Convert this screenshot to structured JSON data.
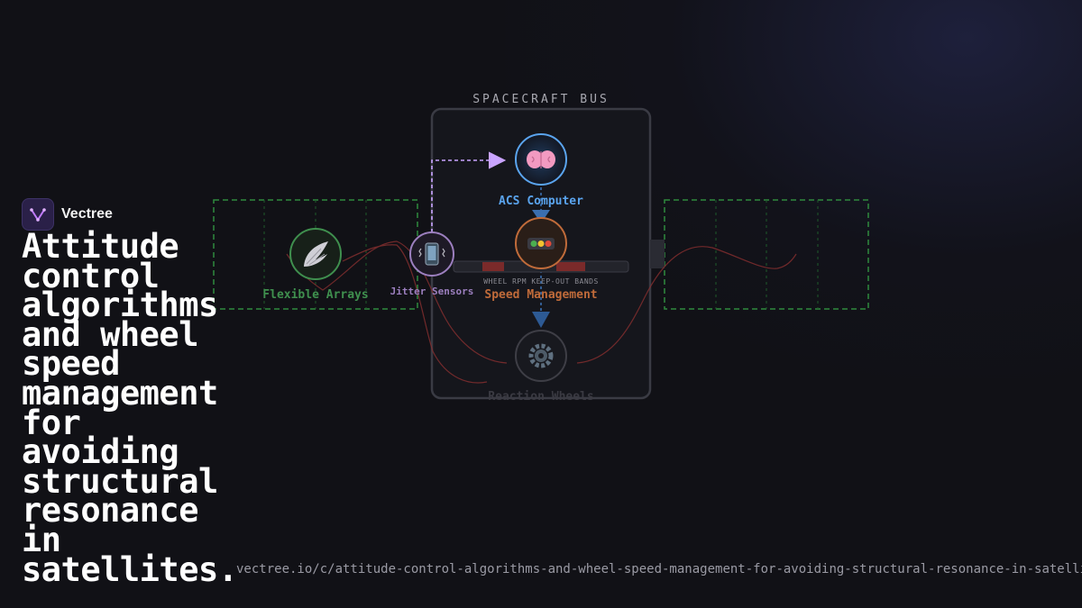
{
  "brand": {
    "name": "Vectree",
    "icon": "vectree-logo-icon"
  },
  "headline": "Attitude control algorithms and wheel speed management for avoiding structural resonance in satellites.",
  "url": "vectree.io/c/attitude-control-algorithms-and-wheel-speed-management-for-avoiding-structural-resonance-in-satellites",
  "diagram": {
    "bus_title": "SPACECRAFT BUS",
    "nodes": {
      "acs": {
        "label": "ACS Computer",
        "icon": "brain-icon",
        "color": "#5aa4ee"
      },
      "speed": {
        "label": "Speed Management",
        "icon": "traffic-light-icon",
        "color": "#c06b3a"
      },
      "wheels": {
        "label": "Reaction Wheels",
        "icon": "gear-icon",
        "color": "#4a4a52"
      },
      "jitter": {
        "label": "Jitter Sensors",
        "icon": "vibrating-phone-icon",
        "color": "#9c7fbf"
      },
      "arrays": {
        "label": "Flexible Arrays",
        "icon": "wing-icon",
        "color": "#3f8f4e"
      }
    },
    "rpm_band_label": "WHEEL RPM KEEP-OUT BANDS",
    "colors": {
      "panel_border": "#2f8a3e",
      "resonance_wave": "#8a3030",
      "keep_out_band": "#7a2a2a",
      "feedback_arrow": "#c9a4ff",
      "flow_arrow": "#3b6fb0"
    }
  }
}
